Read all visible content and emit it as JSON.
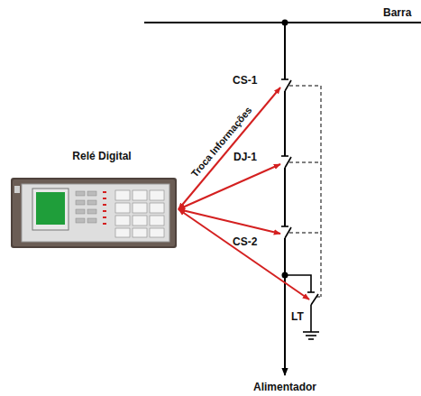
{
  "diagram": {
    "nodes": [
      {
        "text": [
          "Relé Digital"
        ]
      },
      {
        "text": [
          "CS-1"
        ]
      },
      {
        "text": [
          "DJ-1"
        ]
      },
      {
        "text": [
          "CS-2"
        ]
      },
      {
        "text": [
          "LT"
        ]
      }
    ],
    "edges": [
      {
        "from": 0,
        "to": 1,
        "arrow": "both",
        "label": "Troca Informações"
      },
      {
        "from": 0,
        "to": 2,
        "arrow": "both"
      },
      {
        "from": 0,
        "to": 3,
        "arrow": "both"
      },
      {
        "from": 0,
        "to": 4,
        "arrow": "both"
      }
    ],
    "labels": [
      "Barra",
      "Alimentador"
    ]
  }
}
